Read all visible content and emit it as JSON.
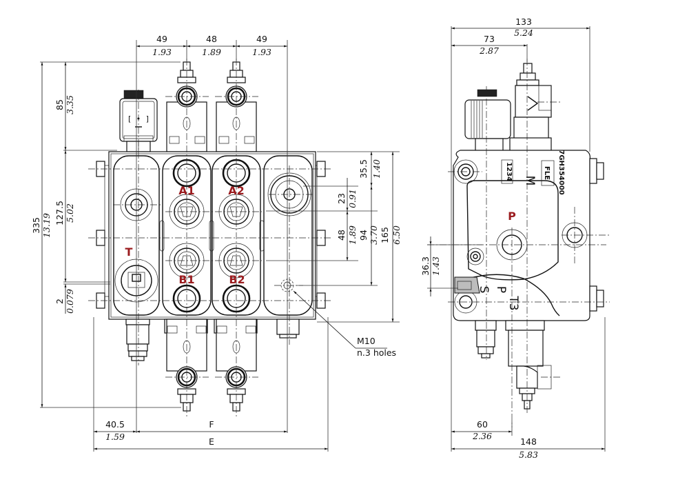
{
  "drawing": {
    "front_view": {
      "ports": {
        "T": "T",
        "A1": "A1",
        "A2": "A2",
        "B1": "B1",
        "B2": "B2"
      },
      "dims_top": [
        {
          "mm": "49",
          "in": "1.93"
        },
        {
          "mm": "48",
          "in": "1.89"
        },
        {
          "mm": "49",
          "in": "1.93"
        }
      ],
      "dims_left": {
        "overall": {
          "mm": "335",
          "in": "13.19"
        },
        "top": {
          "mm": "85",
          "in": "3.35"
        },
        "body": {
          "mm": "127.5",
          "in": "5.02"
        },
        "offset": {
          "mm": "2",
          "in": "0.079"
        }
      },
      "dims_right": {
        "d1": {
          "mm": "35.5",
          "in": "1.40"
        },
        "d2": {
          "mm": "23",
          "in": "0.91"
        },
        "d3": {
          "mm": "48",
          "in": "1.89"
        },
        "d4": {
          "mm": "94",
          "in": "3.70"
        },
        "d5": {
          "mm": "165",
          "in": "6.50"
        }
      },
      "dims_bottom": {
        "left": {
          "mm": "40.5",
          "in": "1.59"
        },
        "F": "F",
        "E": "E"
      },
      "callout": {
        "line1": "M10",
        "line2": "n.3 holes"
      }
    },
    "side_view": {
      "ports": {
        "P": "P"
      },
      "markings": {
        "code": "7GH354000",
        "brand": "FLE",
        "serial": "1234",
        "M": "M",
        "P": "P",
        "S": "S",
        "T3": "T3"
      },
      "dims_top": {
        "overall": {
          "mm": "133",
          "in": "5.24"
        },
        "partial": {
          "mm": "73",
          "in": "2.87"
        }
      },
      "dims_left": {
        "mm": "36.3",
        "in": "1.43"
      },
      "dims_bottom": {
        "partial": {
          "mm": "60",
          "in": "2.36"
        },
        "overall": {
          "mm": "148",
          "in": "5.83"
        }
      }
    },
    "colors": {
      "port_label": "#9b1c1f",
      "line": "#111111"
    }
  }
}
